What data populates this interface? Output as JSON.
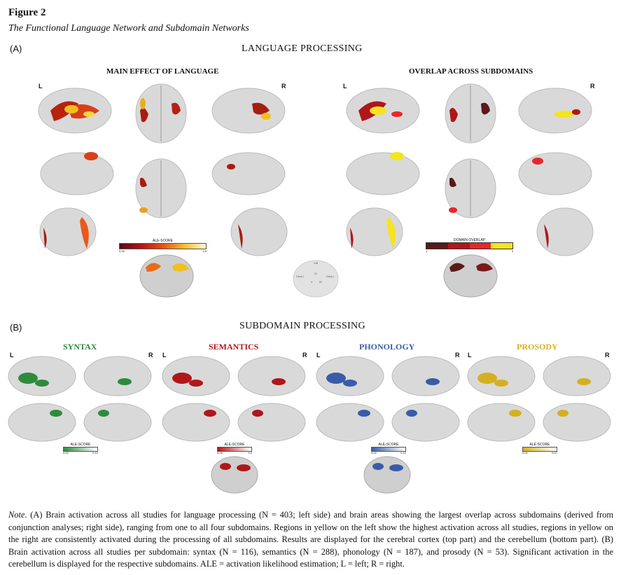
{
  "figure": {
    "title": "Figure 2",
    "subtitle": "The Functional Language Network and Subdomain Networks"
  },
  "panel_a": {
    "label": "(A)",
    "title": "LANGUAGE PROCESSING",
    "left_title": "MAIN EFFECT OF LANGUAGE",
    "right_title": "OVERLAP ACROSS SUBDOMAINS",
    "left_L": "L",
    "left_R": "R",
    "right_L": "L",
    "right_R": "R",
    "ale_bar": {
      "title": "ALE-SCORE",
      "min": "0.05",
      "max": "0.5"
    },
    "overlap_bar": {
      "title": "DOMAIN OVERLAP",
      "min": "1",
      "max": "4",
      "colors": [
        "#5a1a1a",
        "#b0161a",
        "#e8262a",
        "#f5e41e"
      ]
    },
    "cerebellum_labels": {
      "top": "VIII",
      "left": "Crus I",
      "right": "Crus I",
      "mid": "VI",
      "b1": "V",
      "b2": "IX"
    }
  },
  "panel_b": {
    "label": "(B)",
    "title": "SUBDOMAIN PROCESSING",
    "subdomains": [
      {
        "name": "SYNTAX",
        "color": "#2e8b3e",
        "bar_title": "ALE-SCORE",
        "min": "0.02",
        "max": "0.12",
        "L": "L",
        "R": "R"
      },
      {
        "name": "SEMANTICS",
        "color": "#b0161a",
        "bar_title": "ALE-SCORE",
        "min": "0.03",
        "max": "0.2",
        "L": "L",
        "R": "R"
      },
      {
        "name": "PHONOLOGY",
        "color": "#3a5ca8",
        "bar_title": "ALE-SCORE",
        "min": "0.02",
        "max": "0.12",
        "L": "L",
        "R": "R"
      },
      {
        "name": "PROSODY",
        "color": "#d4b020",
        "bar_title": "ALE-SCORE",
        "min": "0.01",
        "max": "0.07",
        "L": "L",
        "R": "R"
      }
    ]
  },
  "note": {
    "lead": "Note",
    "text": ".  (A) Brain activation across all studies for language processing (N = 403; left side) and brain areas showing the largest overlap across subdomains (derived from conjunction analyses; right side), ranging from one to all four subdomains. Regions in yellow on the left show the highest activation across all studies, regions in yellow on the right are consistently activated during the processing of all subdomains. Results are displayed for the cerebral cortex (top part) and the cerebellum (bottom part). (B) Brain activation across all studies per subdomain: syntax (N = 116), semantics (N = 288), phonology (N = 187), and prosody (N = 53). Significant activation in the cerebellum is displayed for the respective subdomains. ALE = activation likelihood estimation; L = left; R = right."
  }
}
